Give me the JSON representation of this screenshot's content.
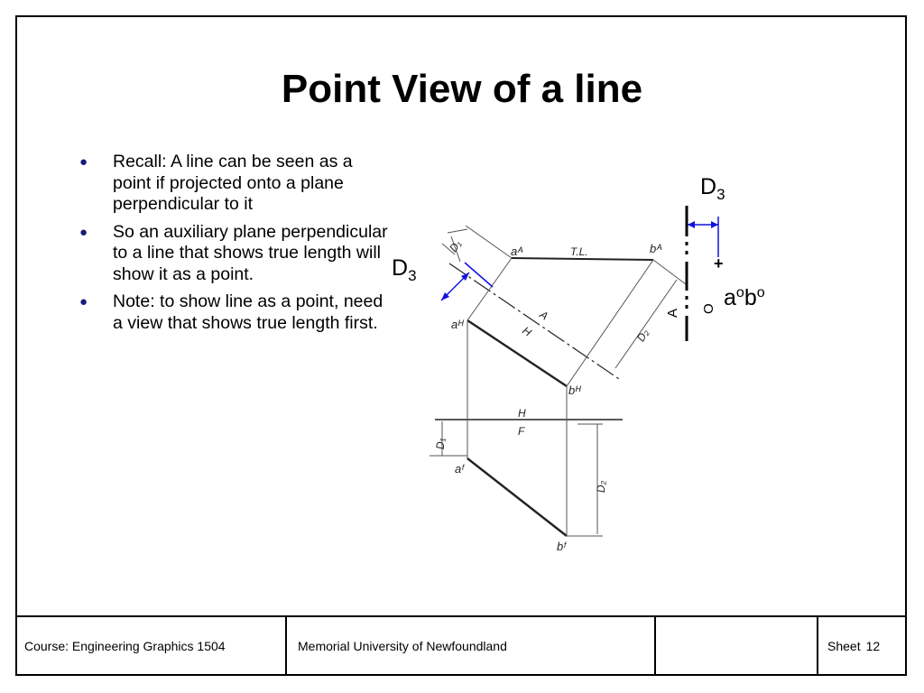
{
  "slide": {
    "title": "Point View of a line",
    "bullets": [
      "Recall: A line can be seen as a point if projected onto a plane perpendicular to it",
      "So an auxiliary plane perpendicular to a line that shows true length will show it as a point.",
      "Note: to show line as a point, need a view that shows true length first."
    ]
  },
  "diagram": {
    "labels": {
      "a_A": "aᴬ",
      "b_A": "bᴬ",
      "TL": "T.L.",
      "a_H": "aᴴ",
      "b_H": "bᴴ",
      "a_F": "aᶠ",
      "b_F": "bᶠ",
      "D1_top": "D₁",
      "D1_bottom": "D₁",
      "D2_top": "D₂",
      "D2_bottom": "D₂",
      "A_fold": "A",
      "H_fold": "H",
      "H_fold2": "H",
      "F_fold": "F",
      "A_fold2": "A",
      "O_fold": "O",
      "D3_left_main": "D",
      "D3_left_sub": "3",
      "D3_right_main": "D",
      "D3_right_sub": "3",
      "aobo_a": "a",
      "aobo_o1": "o",
      "aobo_b": "b",
      "aobo_o2": "o",
      "plus": "+"
    },
    "colors": {
      "dimension": "#1010e0",
      "drawing": "#222222"
    }
  },
  "footer": {
    "course": "Course: Engineering Graphics 1504",
    "university": "Memorial University of Newfoundland",
    "blank": "",
    "sheet_label": "Sheet",
    "sheet_number": "12"
  }
}
